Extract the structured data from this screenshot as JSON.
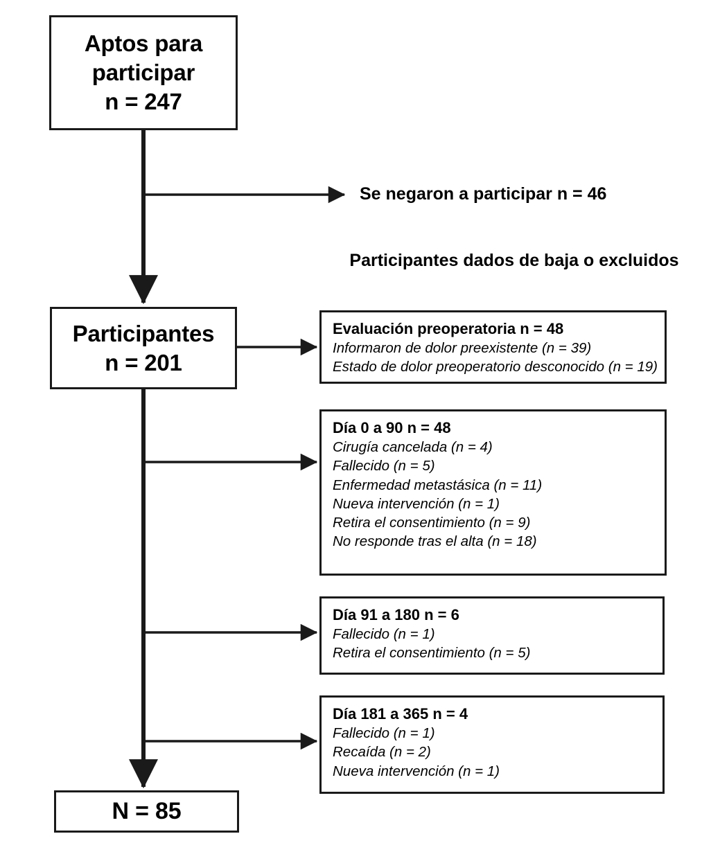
{
  "diagram": {
    "title": "Diagrama de flujo de participantes",
    "language": "es",
    "stroke_color": "#1a1a1a",
    "background_color": "#ffffff"
  },
  "nodes": {
    "eligible": {
      "lines": [
        "Aptos para",
        "participar",
        "n = 247"
      ]
    },
    "participants": {
      "lines": [
        "Participantes",
        "n = 201"
      ]
    },
    "final": {
      "lines": [
        "N = 85"
      ]
    }
  },
  "labels": {
    "refused": "Se negaron a participar n = 46",
    "excluded_header": "Participantes dados de baja o excluidos"
  },
  "exclusions": [
    {
      "id": "preop",
      "title": "Evaluación preoperatoria n = 48",
      "items": [
        "Informaron de dolor preexistente (n = 39)",
        "Estado de dolor preoperatorio desconocido (n = 19)"
      ]
    },
    {
      "id": "day-0-90",
      "title": "Día 0 a 90 n = 48",
      "items": [
        "Cirugía cancelada (n = 4)",
        "Fallecido (n = 5)",
        "Enfermedad metastásica (n = 11)",
        "Nueva intervención (n = 1)",
        "Retira el consentimiento (n = 9)",
        "No responde tras el alta (n = 18)"
      ]
    },
    {
      "id": "day-91-180",
      "title": "Día 91 a 180 n = 6",
      "items": [
        "Fallecido (n = 1)",
        "Retira el consentimiento (n = 5)"
      ]
    },
    {
      "id": "day-181-365",
      "title": "Día 181 a 365 n = 4",
      "items": [
        "Fallecido (n = 1)",
        "Recaída (n = 2)",
        "Nueva intervención (n = 1)"
      ]
    }
  ]
}
